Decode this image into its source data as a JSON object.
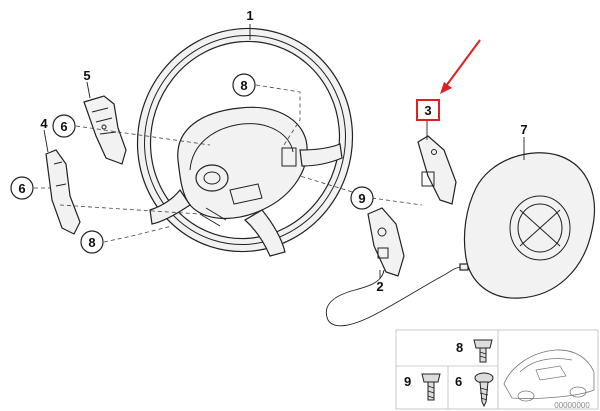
{
  "diagram": {
    "part_numbers": {
      "p1": "1",
      "p2": "2",
      "p3": "3",
      "p4": "4",
      "p5": "5",
      "p6a": "6",
      "p6b": "6",
      "p7": "7",
      "p8a": "8",
      "p8b": "8",
      "p9": "9"
    },
    "legend": {
      "item8": "8",
      "item9": "9",
      "item6": "6"
    },
    "highlight": {
      "label": "3",
      "color": "#e02020"
    },
    "footer_code": "00000000"
  }
}
